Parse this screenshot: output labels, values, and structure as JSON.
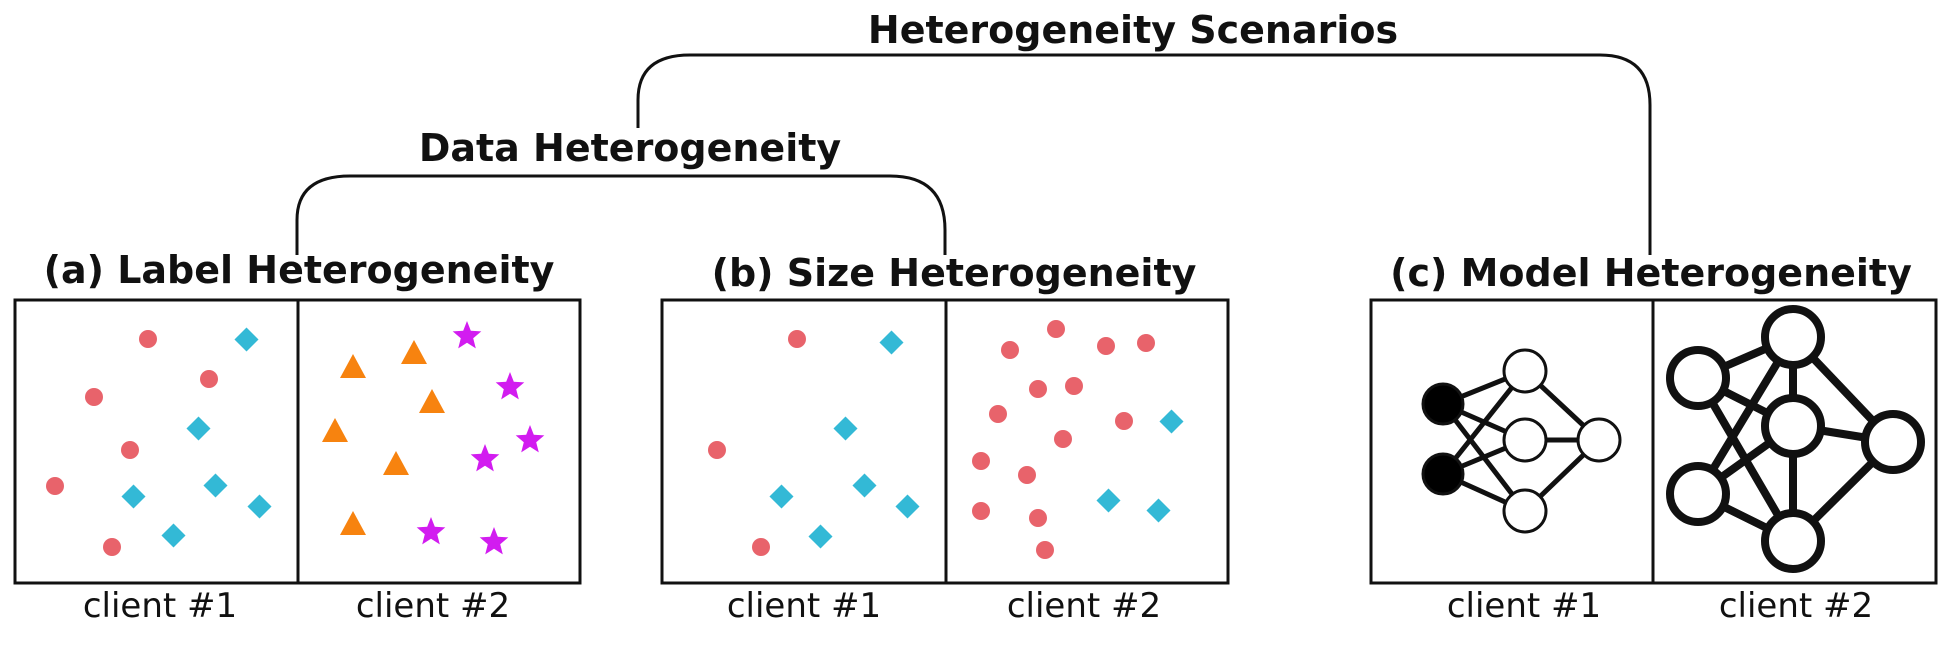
{
  "title": "Heterogeneity Scenarios",
  "data_group_title": "Data Heterogeneity",
  "panels": [
    {
      "title": "(a) Label Heterogeneity",
      "client1": "client #1",
      "client2": "client #2"
    },
    {
      "title": "(b) Size Heterogeneity",
      "client1": "client #1",
      "client2": "client #2"
    },
    {
      "title": "(c) Model Heterogeneity",
      "client1": "client #1",
      "client2": "client #2"
    }
  ],
  "colors": {
    "circle": "#e8636b",
    "diamond": "#33b9d6",
    "triangle": "#f7830f",
    "star": "#d21cf0",
    "line": "#111111"
  }
}
